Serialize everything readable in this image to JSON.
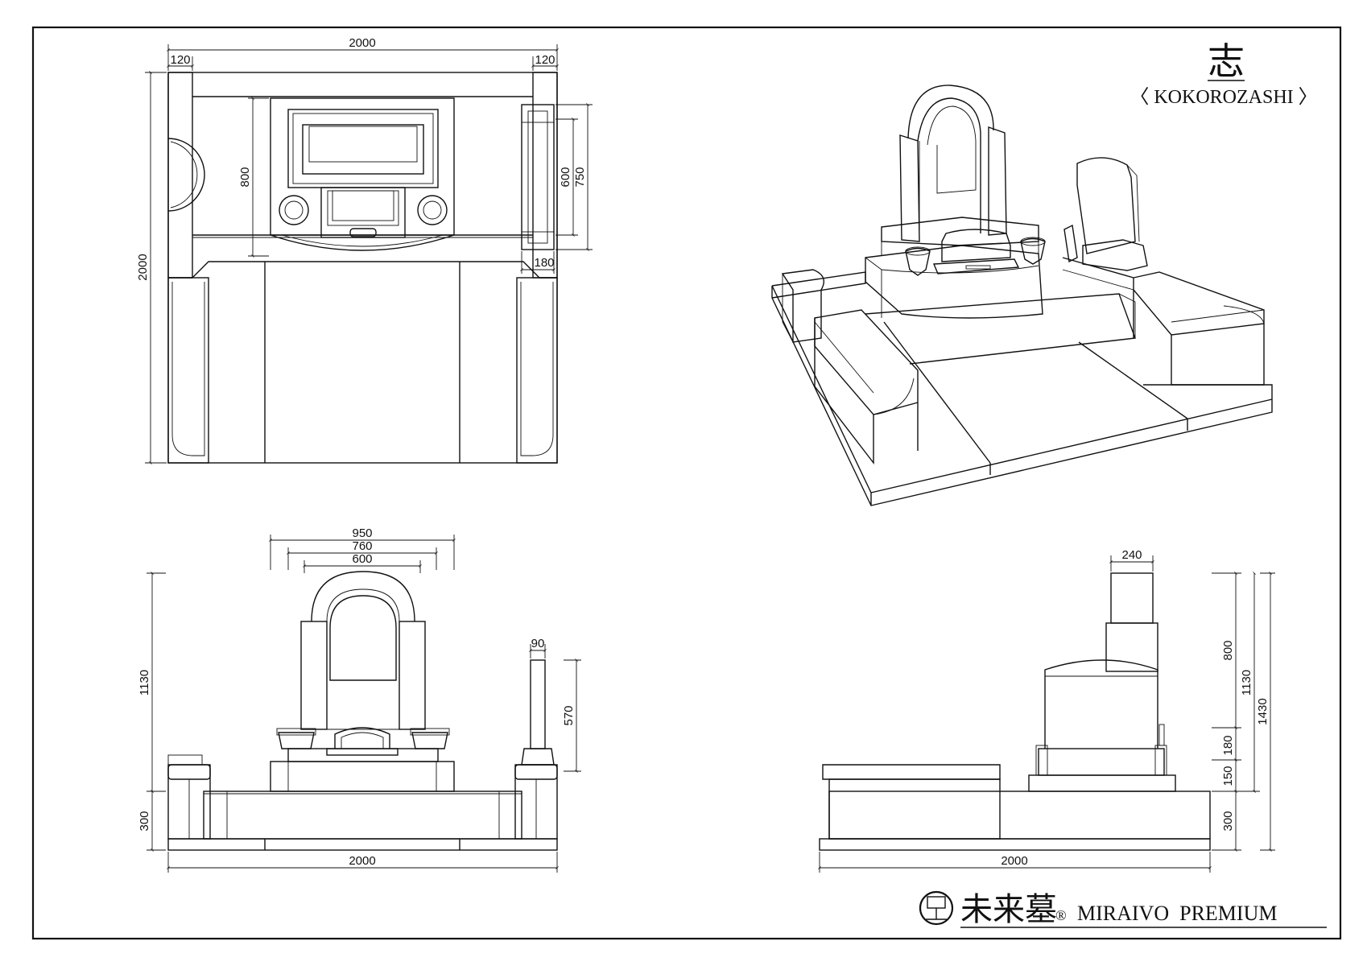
{
  "title": {
    "kanji": "志",
    "name": "〈 KOKOROZASHI 〉"
  },
  "brand": {
    "name_jp": "未来墓",
    "registered": "®",
    "name_en": "MIRAIVO  PREMIUM"
  },
  "plan_dims": {
    "top_width": "2000",
    "left_margin": "120",
    "right_margin": "120",
    "depth": "2000",
    "stone_depth": "800",
    "side_inner": "600",
    "side_outer": "750",
    "side_width": "180"
  },
  "front_dims": {
    "w950": "950",
    "w760": "760",
    "w600": "600",
    "post_width": "90",
    "post_height": "570",
    "total_height": "1130",
    "base_height": "300",
    "width": "2000"
  },
  "side_dims": {
    "top_width": "240",
    "h800": "800",
    "h1130": "1130",
    "h1430": "1430",
    "h180": "180",
    "h150": "150",
    "h300": "300",
    "width": "2000"
  }
}
